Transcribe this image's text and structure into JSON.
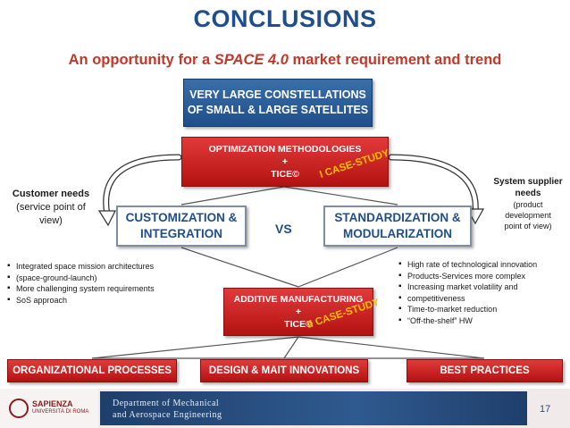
{
  "title": "CONCLUSIONS",
  "subtitle": {
    "prefix": "An opportunity for a ",
    "emphasis": "SPACE 4.0",
    "suffix": " market requirement and trend"
  },
  "top_box": {
    "line1": "VERY LARGE CONSTELLATIONS",
    "line2": "OF SMALL & LARGE SATELLITES"
  },
  "optimization_box": {
    "line1": "OPTIMIZATION METHODOLOGIES",
    "line2": "+",
    "line3": "TICE©",
    "case_study": "I CASE-STUDY"
  },
  "left_box": {
    "line1": "CUSTOMIZATION &",
    "line2": "INTEGRATION"
  },
  "vs": "VS",
  "right_box": {
    "line1": "STANDARDIZATION &",
    "line2": "MODULARIZATION"
  },
  "customer_needs": {
    "bold": "Customer needs",
    "line2": "(service point of",
    "line3": "view)"
  },
  "supplier_needs": {
    "bold1": "System supplier",
    "bold2": "needs",
    "line3": "(product",
    "line4": "development",
    "line5": "point of view)"
  },
  "left_bullets": [
    "Integrated space mission architectures",
    "(space-ground-launch)",
    "More challenging  system requirements",
    "SoS approach"
  ],
  "right_bullets": [
    "High rate of technological innovation",
    "Products-Services more complex",
    "Increasing market volatility and",
    "competitiveness",
    "Time-to-market reduction",
    "“Off-the-shelf” HW"
  ],
  "additive_box": {
    "line1": "ADDITIVE MANUFACTURING",
    "line2": "+",
    "line3": "TICE©",
    "case_study": "II CASE-STUDY"
  },
  "bottom_boxes": {
    "b1": "ORGANIZATIONAL PROCESSES",
    "b2": "DESIGN & MAIT INNOVATIONS",
    "b3": "BEST PRACTICES"
  },
  "footer": {
    "university": "SAPIENZA",
    "university_sub": "UNIVERSITÀ DI ROMA",
    "dept_line1": "Department of Mechanical",
    "dept_line2": "and Aerospace Engineering",
    "page": "17"
  },
  "colors": {
    "blue": "#1f4e8c",
    "red": "#c0392b",
    "case_study": "#ffc000"
  }
}
